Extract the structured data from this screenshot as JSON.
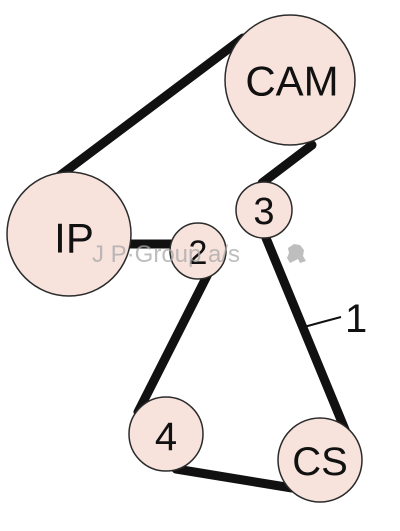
{
  "diagram": {
    "pulleys": {
      "cam": {
        "label": "CAM"
      },
      "ip": {
        "label": "IP"
      },
      "idler_3": {
        "label": "3"
      },
      "idler_2": {
        "label": "2"
      },
      "idler_4": {
        "label": "4"
      },
      "cs": {
        "label": "CS"
      }
    },
    "belt_callout": {
      "label": "1"
    },
    "watermark": {
      "text": "J P·Group a/s",
      "logo_icon": "bear-logo-icon"
    },
    "colors": {
      "pulley_fill": "#f7e3dc",
      "belt": "#111111",
      "watermark": "#a8a8a8"
    }
  }
}
